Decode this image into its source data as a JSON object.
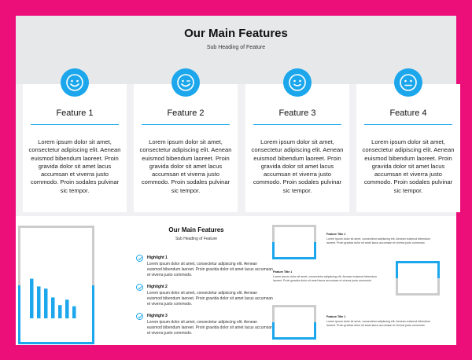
{
  "top": {
    "title": "Our Main Features",
    "subtitle": "Sub Heading of Feature"
  },
  "features": [
    {
      "icon": "smiley-face-icon",
      "title": "Feature 1",
      "text": "Lorem ipsum dolor sit amet, consectetur adipiscing elit. Aenean euismod bibendum laoreet. Proin gravida dolor sit amet lacus accumsan et viverra justo commodo. Proin sodales pulvinar sic tempor."
    },
    {
      "icon": "winking-face-icon",
      "title": "Feature 2",
      "text": "Lorem ipsum dolor sit amet, consectetur adipiscing elit. Aenean euismod bibendum laoreet. Proin gravida dolor sit amet lacus accumsan et viverra justo commodo. Proin sodales pulvinar sic tempor."
    },
    {
      "icon": "smiling-face-icon",
      "title": "Feature 3",
      "text": "Lorem ipsum dolor sit amet, consectetur adipiscing elit. Aenean euismod bibendum laoreet. Proin gravida dolor sit amet lacus accumsan et viverra justo commodo. Proin sodales pulvinar sic tempor."
    },
    {
      "icon": "neutral-face-icon",
      "title": "Feature 4",
      "text": "Lorem ipsum dolor sit amet, consectetur adipiscing elit. Aenean euismod bibendum laoreet. Proin gravida dolor sit amet lacus accumsan et viverra justo commodo. Proin sodales pulvinar sic tempor."
    }
  ],
  "bottom": {
    "title": "Our Main Features",
    "subtitle": "Sub Heading of Feature",
    "highlights": [
      {
        "title": "Highlight 1",
        "text": "Lorem ipsum dolor sit amet, consectetur adipiscing elit. Aenean euismod bibendum laoreet. Proin gravida dolor sit amet lacus accumsan et viverra justo commodo."
      },
      {
        "title": "Highlight 2",
        "text": "Lorem ipsum dolor sit amet, consectetur adipiscing elit. Aenean euismod bibendum laoreet. Proin gravida dolor sit amet lacus accumsan et viverra justo commodo."
      },
      {
        "title": "Highlight 3",
        "text": "Lorem ipsum dolor sit amet, consectetur adipiscing elit. Aenean euismod bibendum laoreet. Proin gravida dolor sit amet lacus accumsan et viverra justo commodo."
      }
    ],
    "feature_items": [
      {
        "title": "Feature Title 1",
        "text": "Lorem ipsum dolor sit amet, consectetur adipiscing elit. Aenean euismod bibendum laoreet. Proin gravida dolor sit amet lacus accumsan et viverra justo commodo."
      },
      {
        "title": "Feature Title 1",
        "text": "Lorem ipsum dolor sit amet, consectetur adipiscing elit. Aenean euismod bibendum laoreet. Proin gravida dolor sit amet lacus accumsan et viverra justo commodo."
      },
      {
        "title": "Feature Title 1",
        "text": "Lorem ipsum dolor sit amet, consectetur adipiscing elit. Aenean euismod bibendum laoreet. Proin gravida dolor sit amet lacus accumsan et viverra justo commodo."
      }
    ]
  },
  "chart_data": {
    "type": "bar",
    "values": [
      36,
      29,
      27,
      19,
      12,
      17,
      11
    ],
    "ylim": [
      0,
      40
    ],
    "color": "#1ca7ec"
  },
  "colors": {
    "accent": "#1ca7ec",
    "frame": "#ec0f7a"
  }
}
